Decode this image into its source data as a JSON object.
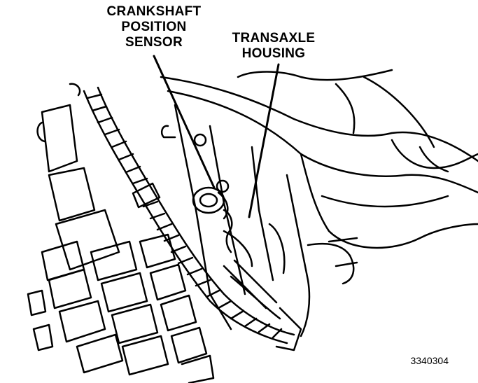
{
  "labels": {
    "crankshaft_sensor": [
      "CRANKSHAFT",
      "POSITION",
      "SENSOR"
    ],
    "transaxle_housing": [
      "TRANSAXLE",
      "HOUSING"
    ]
  },
  "figure_number": "3340304",
  "colors": {
    "ink": "#000000",
    "paper": "#ffffff"
  }
}
